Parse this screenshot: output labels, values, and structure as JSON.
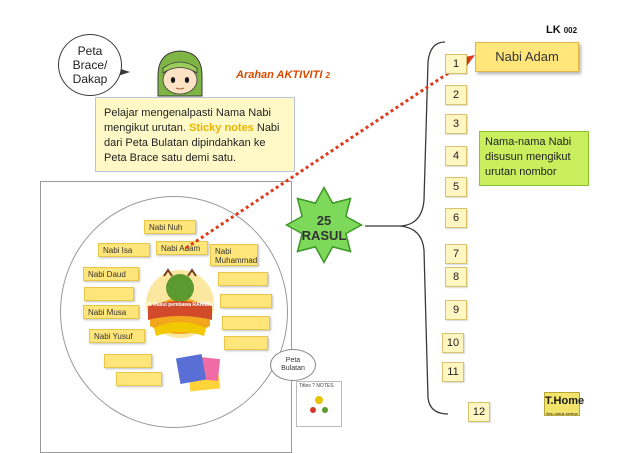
{
  "header": {
    "lk_label": "LK",
    "lk_number": "002"
  },
  "bubble": {
    "text": "Peta\nBrace/\nDakap"
  },
  "arahan": {
    "label": "Arahan AKTIVITI",
    "number": "2"
  },
  "instruction": {
    "part1": "Pelajar mengenalpasti Nama Nabi mengikut urutan. ",
    "highlight": "Sticky notes",
    "part2": " Nabi dari Peta Bulatan dipindahkan ke Peta Brace satu demi satu."
  },
  "center_star": {
    "line1": "25",
    "line2": "RASUL"
  },
  "circle_notes": [
    {
      "text": "Nabi Nuh"
    },
    {
      "text": "Nabi Isa"
    },
    {
      "text": "Nabi Adam"
    },
    {
      "text": "Nabi\nMuhammad"
    },
    {
      "text": "Nabi Daud"
    },
    {
      "text": "Nabi Musa"
    },
    {
      "text": "Nabi Yusuf"
    }
  ],
  "peta_bulatan": {
    "text": "Peta\nBulatan",
    "thumb_caption": "Titles ? NOTES"
  },
  "numbers": [
    "1",
    "2",
    "3",
    "4",
    "5",
    "6",
    "7",
    "8",
    "9",
    "10",
    "11",
    "12"
  ],
  "first_item": {
    "text": "Nabi Adam"
  },
  "explanation": {
    "text": "Nama-nama Nabi disusun mengikut urutan nombor"
  },
  "logo": {
    "text": "25 Rasul pembawa RAHMAT"
  },
  "thome": {
    "text": "T.Home",
    "sub": "ilmu untuk semua"
  },
  "colors": {
    "accent_orange": "#d84a00",
    "note_yellow": "#ffe57a",
    "explain_green": "#c9ef5f",
    "arrow_red": "#e03a1a"
  }
}
